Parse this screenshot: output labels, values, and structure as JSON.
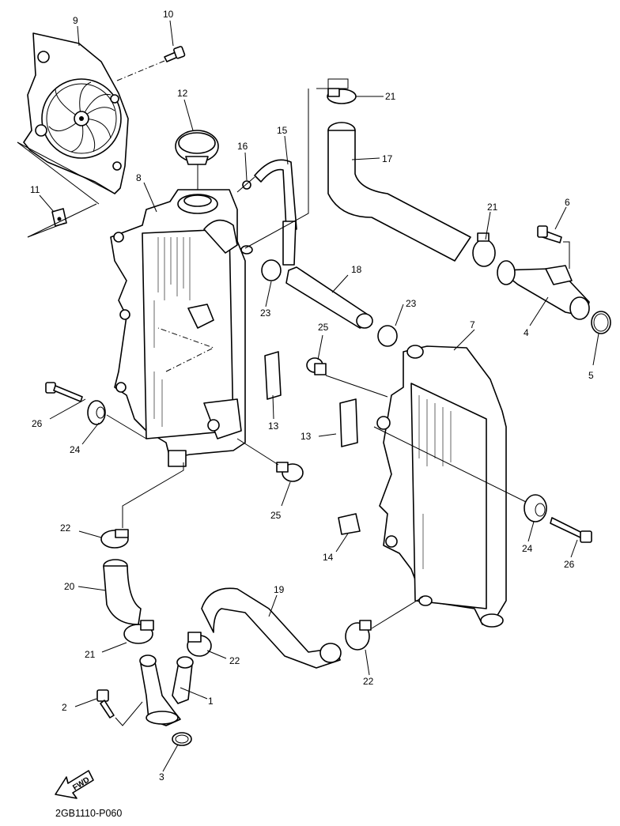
{
  "diagram": {
    "code": "2GB1110-P060",
    "fwd_label": "FWD",
    "callouts": [
      {
        "id": "c1",
        "label": "1"
      },
      {
        "id": "c2",
        "label": "2"
      },
      {
        "id": "c3",
        "label": "3"
      },
      {
        "id": "c4",
        "label": "4"
      },
      {
        "id": "c5",
        "label": "5"
      },
      {
        "id": "c6",
        "label": "6"
      },
      {
        "id": "c7",
        "label": "7"
      },
      {
        "id": "c8",
        "label": "8"
      },
      {
        "id": "c9",
        "label": "9"
      },
      {
        "id": "c10",
        "label": "10"
      },
      {
        "id": "c11",
        "label": "11"
      },
      {
        "id": "c12",
        "label": "12"
      },
      {
        "id": "c13a",
        "label": "13"
      },
      {
        "id": "c13b",
        "label": "13"
      },
      {
        "id": "c14",
        "label": "14"
      },
      {
        "id": "c15",
        "label": "15"
      },
      {
        "id": "c16",
        "label": "16"
      },
      {
        "id": "c17",
        "label": "17"
      },
      {
        "id": "c18",
        "label": "18"
      },
      {
        "id": "c19",
        "label": "19"
      },
      {
        "id": "c20",
        "label": "20"
      },
      {
        "id": "c21a",
        "label": "21"
      },
      {
        "id": "c21b",
        "label": "21"
      },
      {
        "id": "c21c",
        "label": "21"
      },
      {
        "id": "c22a",
        "label": "22"
      },
      {
        "id": "c22b",
        "label": "22"
      },
      {
        "id": "c22c",
        "label": "22"
      },
      {
        "id": "c23a",
        "label": "23"
      },
      {
        "id": "c23b",
        "label": "23"
      },
      {
        "id": "c24a",
        "label": "24"
      },
      {
        "id": "c24b",
        "label": "24"
      },
      {
        "id": "c25a",
        "label": "25"
      },
      {
        "id": "c25b",
        "label": "25"
      },
      {
        "id": "c26a",
        "label": "26"
      },
      {
        "id": "c26b",
        "label": "26"
      }
    ]
  }
}
